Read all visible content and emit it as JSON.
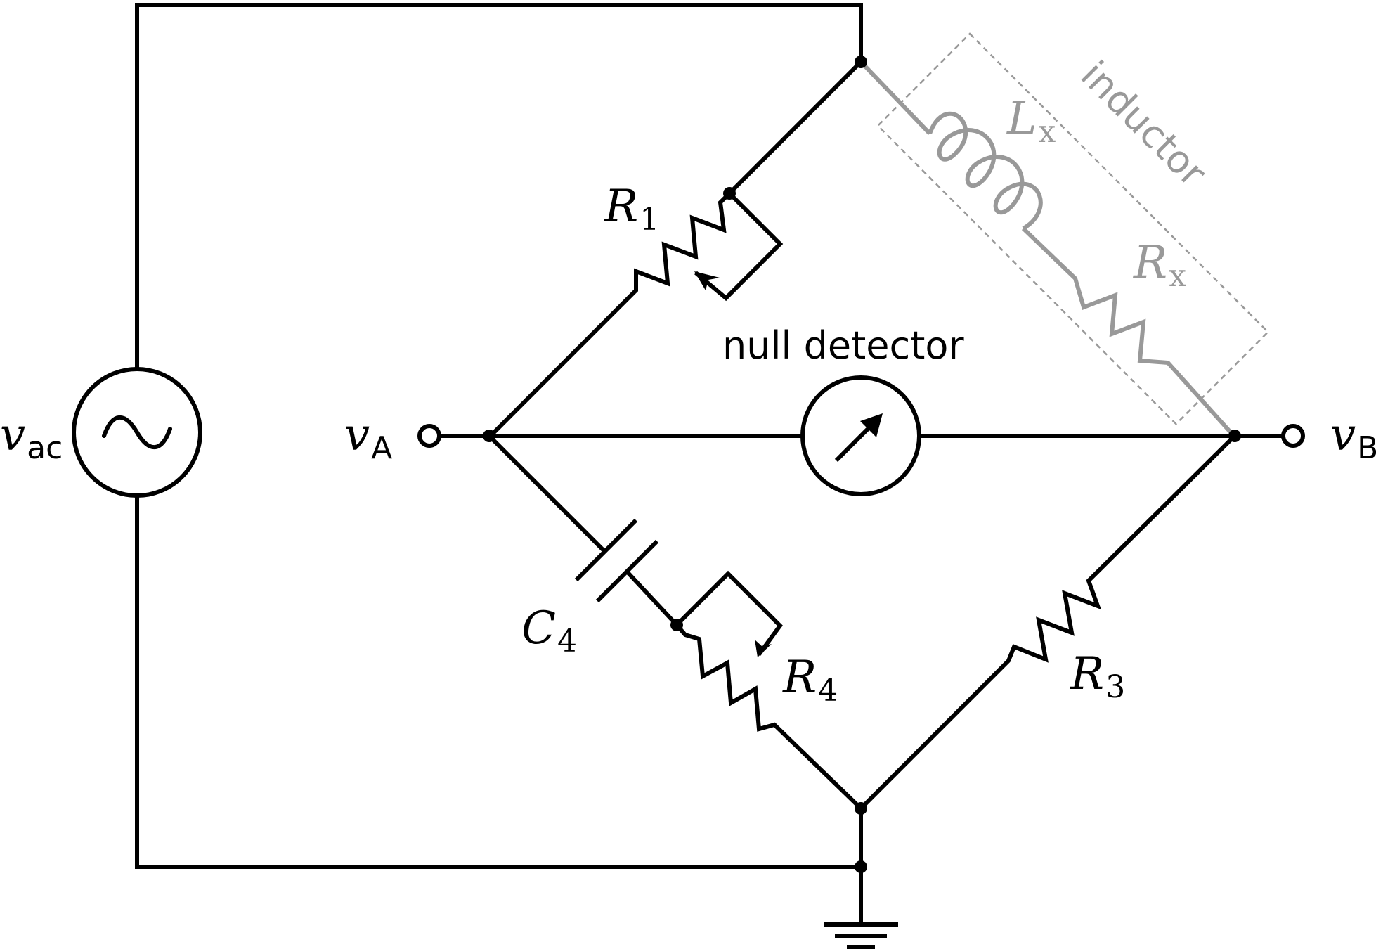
{
  "labels": {
    "source": {
      "main": "v",
      "sub": "ac"
    },
    "terminal_a": {
      "main": "v",
      "sub": "A"
    },
    "terminal_b": {
      "main": "v",
      "sub": "B"
    },
    "r1": {
      "main": "R",
      "sub": "1"
    },
    "r3": {
      "main": "R",
      "sub": "3"
    },
    "r4": {
      "main": "R",
      "sub": "4"
    },
    "c4": {
      "main": "C",
      "sub": "4"
    },
    "lx": {
      "main": "L",
      "sub": "x"
    },
    "rx": {
      "main": "R",
      "sub": "x"
    },
    "null_detector": "null detector",
    "inductor": "inductor"
  },
  "colors": {
    "wire": "#000000",
    "inductor_branch": "#999999"
  }
}
